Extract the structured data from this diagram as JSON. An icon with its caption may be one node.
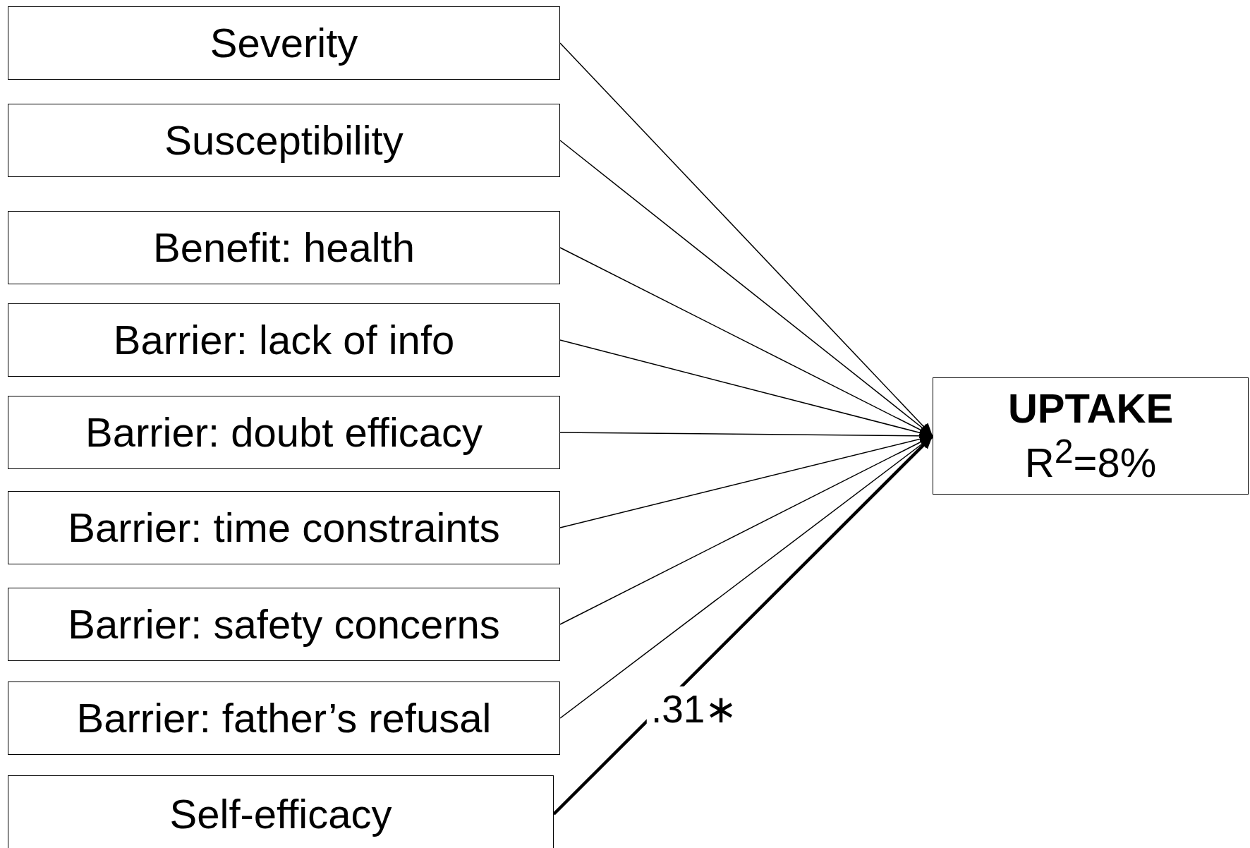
{
  "diagram": {
    "nodes": [
      {
        "text": [
          "Severity"
        ]
      },
      {
        "text": [
          "Susceptibility"
        ]
      },
      {
        "text": [
          "Benefit: health"
        ]
      },
      {
        "text": [
          "Barrier: lack of info"
        ]
      },
      {
        "text": [
          "Barrier: doubt efficacy"
        ]
      },
      {
        "text": [
          "Barrier: time constraints"
        ]
      },
      {
        "text": [
          "Barrier: safety concerns"
        ]
      },
      {
        "text": [
          "Barrier: father’s refusal"
        ]
      },
      {
        "text": [
          "Self-efficacy"
        ]
      },
      {
        "text": [
          "UPTAKE",
          "R$^{2}$=8%"
        ]
      }
    ],
    "edges": [
      {
        "from": 0,
        "to": 9,
        "arrow": "to"
      },
      {
        "from": 1,
        "to": 9,
        "arrow": "to"
      },
      {
        "from": 2,
        "to": 9,
        "arrow": "to"
      },
      {
        "from": 3,
        "to": 9,
        "arrow": "to"
      },
      {
        "from": 4,
        "to": 9,
        "arrow": "to"
      },
      {
        "from": 5,
        "to": 9,
        "arrow": "to"
      },
      {
        "from": 6,
        "to": 9,
        "arrow": "to"
      },
      {
        "from": 7,
        "to": 9,
        "arrow": "to"
      },
      {
        "from": 8,
        "to": 9,
        "arrow": "to",
        "label": ".31∗",
        "style": "thick"
      }
    ]
  }
}
